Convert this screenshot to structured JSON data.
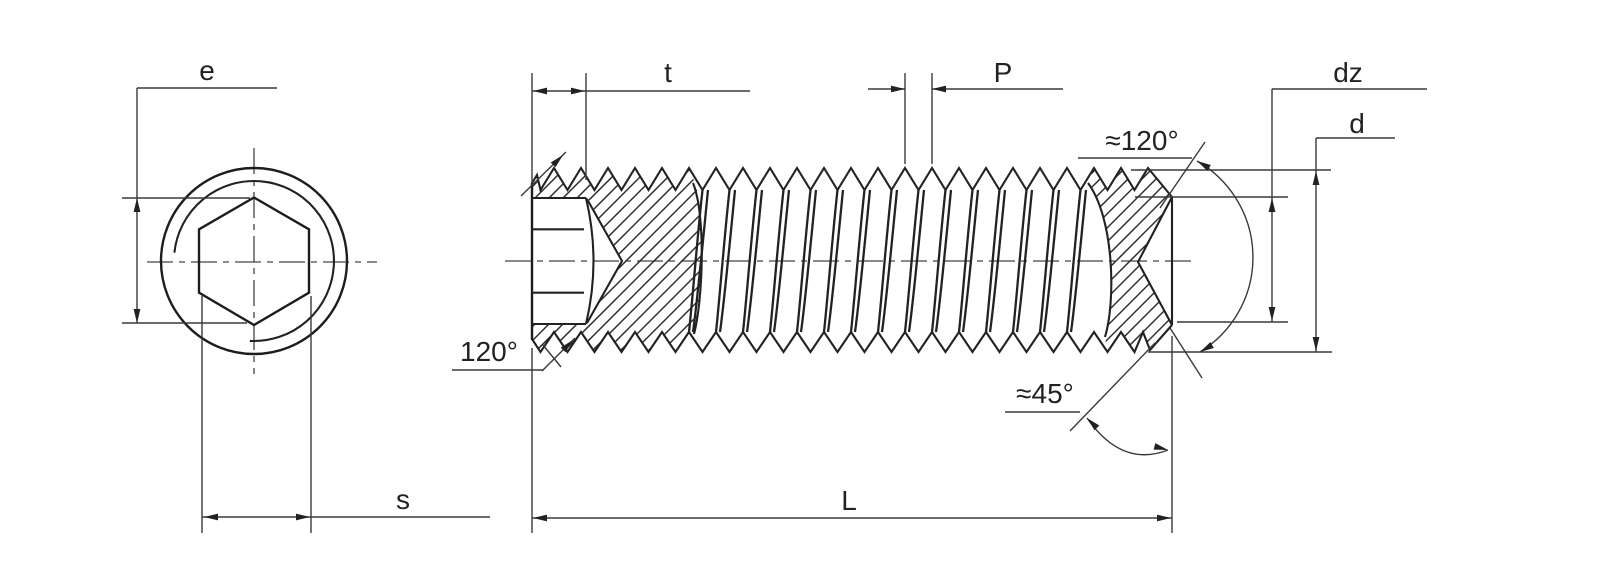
{
  "drawing": {
    "labels": {
      "e": "e",
      "s": "s",
      "t": "t",
      "P": "P",
      "L": "L",
      "d": "d",
      "dz": "dz",
      "socket_angle": "120°",
      "cup_angle": "≈120°",
      "chamfer_angle": "≈45°"
    },
    "line_color": "#222222",
    "background_color": "#ffffff"
  }
}
